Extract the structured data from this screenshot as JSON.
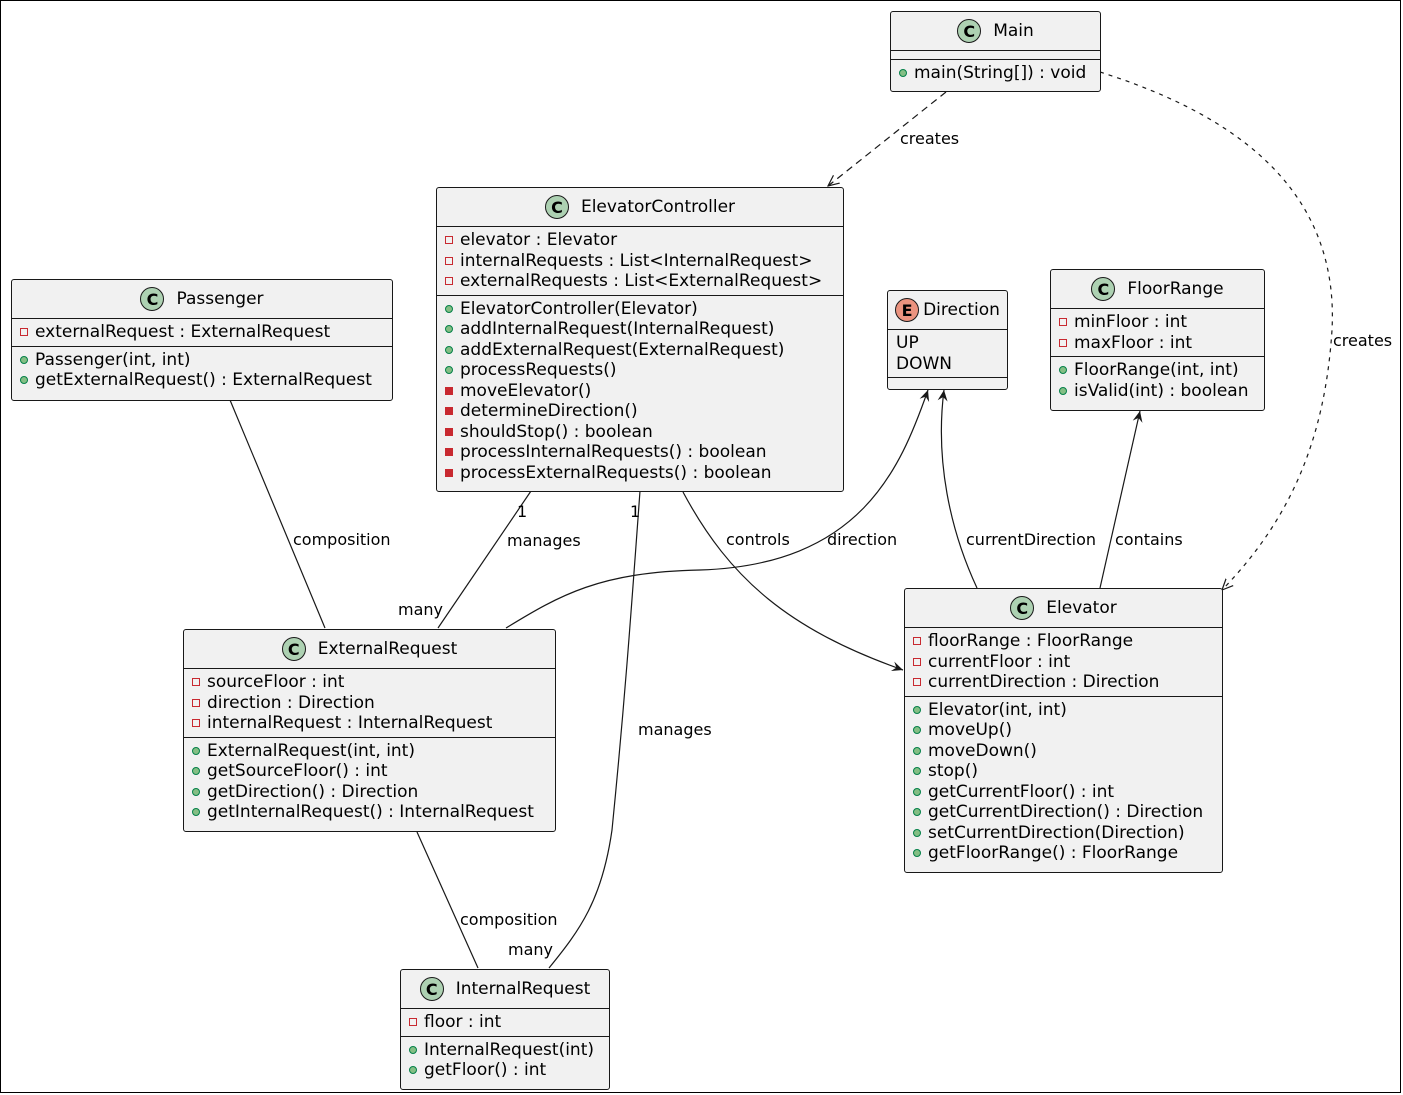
{
  "classes": {
    "main": {
      "kind": "C",
      "name": "Main",
      "fields": [],
      "methods": [
        {
          "vis": "public",
          "text": "main(String[]) : void"
        }
      ]
    },
    "controller": {
      "kind": "C",
      "name": "ElevatorController",
      "fields": [
        {
          "vis": "private",
          "text": "elevator : Elevator"
        },
        {
          "vis": "private",
          "text": "internalRequests : List<InternalRequest>"
        },
        {
          "vis": "private",
          "text": "externalRequests : List<ExternalRequest>"
        }
      ],
      "methods": [
        {
          "vis": "public",
          "text": "ElevatorController(Elevator)"
        },
        {
          "vis": "public",
          "text": "addInternalRequest(InternalRequest)"
        },
        {
          "vis": "public",
          "text": "addExternalRequest(ExternalRequest)"
        },
        {
          "vis": "public",
          "text": "processRequests()"
        },
        {
          "vis": "private-method",
          "text": "moveElevator()"
        },
        {
          "vis": "private-method",
          "text": "determineDirection()"
        },
        {
          "vis": "private-method",
          "text": "shouldStop() : boolean"
        },
        {
          "vis": "private-method",
          "text": "processInternalRequests() : boolean"
        },
        {
          "vis": "private-method",
          "text": "processExternalRequests() : boolean"
        }
      ]
    },
    "passenger": {
      "kind": "C",
      "name": "Passenger",
      "fields": [
        {
          "vis": "private",
          "text": "externalRequest : ExternalRequest"
        }
      ],
      "methods": [
        {
          "vis": "public",
          "text": "Passenger(int, int)"
        },
        {
          "vis": "public",
          "text": "getExternalRequest() : ExternalRequest"
        }
      ]
    },
    "direction": {
      "kind": "E",
      "name": "Direction",
      "values": [
        "UP",
        "DOWN"
      ]
    },
    "floorrange": {
      "kind": "C",
      "name": "FloorRange",
      "fields": [
        {
          "vis": "private",
          "text": "minFloor : int"
        },
        {
          "vis": "private",
          "text": "maxFloor : int"
        }
      ],
      "methods": [
        {
          "vis": "public",
          "text": "FloorRange(int, int)"
        },
        {
          "vis": "public",
          "text": "isValid(int) : boolean"
        }
      ]
    },
    "external": {
      "kind": "C",
      "name": "ExternalRequest",
      "fields": [
        {
          "vis": "private",
          "text": "sourceFloor : int"
        },
        {
          "vis": "private",
          "text": "direction : Direction"
        },
        {
          "vis": "private",
          "text": "internalRequest : InternalRequest"
        }
      ],
      "methods": [
        {
          "vis": "public",
          "text": "ExternalRequest(int, int)"
        },
        {
          "vis": "public",
          "text": "getSourceFloor() : int"
        },
        {
          "vis": "public",
          "text": "getDirection() : Direction"
        },
        {
          "vis": "public",
          "text": "getInternalRequest() : InternalRequest"
        }
      ]
    },
    "elevator": {
      "kind": "C",
      "name": "Elevator",
      "fields": [
        {
          "vis": "private",
          "text": "floorRange : FloorRange"
        },
        {
          "vis": "private",
          "text": "currentFloor : int"
        },
        {
          "vis": "private",
          "text": "currentDirection : Direction"
        }
      ],
      "methods": [
        {
          "vis": "public",
          "text": "Elevator(int, int)"
        },
        {
          "vis": "public",
          "text": "moveUp()"
        },
        {
          "vis": "public",
          "text": "moveDown()"
        },
        {
          "vis": "public",
          "text": "stop()"
        },
        {
          "vis": "public",
          "text": "getCurrentFloor() : int"
        },
        {
          "vis": "public",
          "text": "getCurrentDirection() : Direction"
        },
        {
          "vis": "public",
          "text": "setCurrentDirection(Direction)"
        },
        {
          "vis": "public",
          "text": "getFloorRange() : FloorRange"
        }
      ]
    },
    "internal": {
      "kind": "C",
      "name": "InternalRequest",
      "fields": [
        {
          "vis": "private",
          "text": "floor : int"
        }
      ],
      "methods": [
        {
          "vis": "public",
          "text": "InternalRequest(int)"
        },
        {
          "vis": "public",
          "text": "getFloor() : int"
        }
      ]
    }
  },
  "edge_labels": {
    "main_creates_controller": "creates",
    "main_creates_elevator": "creates",
    "passenger_composition": "composition",
    "controller_manages_external": "manages",
    "controller_manages_internal": "manages",
    "controller_controls": "controls",
    "external_direction": "direction",
    "elevator_current_direction": "currentDirection",
    "elevator_contains": "contains",
    "external_composition": "composition",
    "mult_external_one": "1",
    "mult_external_many": "many",
    "mult_internal_one": "1",
    "mult_internal_many": "many"
  }
}
